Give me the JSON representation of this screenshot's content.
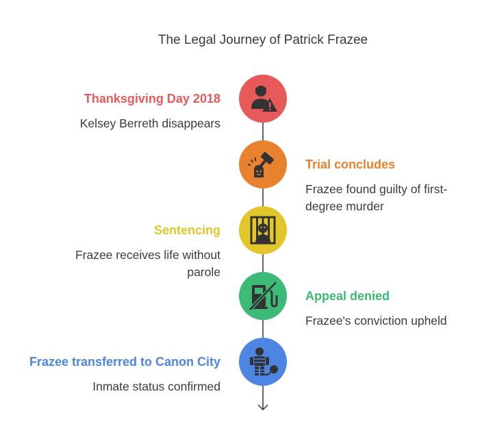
{
  "title": "The Legal Journey of Patrick Frazee",
  "colors": {
    "red": "#e85a5a",
    "orange": "#e8822e",
    "yellow": "#e3c62a",
    "green": "#3dbb76",
    "blue": "#4d85e3",
    "line": "#333333"
  },
  "steps": [
    {
      "heading": "Thanksgiving Day 2018",
      "description": "Kelsey Berreth disappears",
      "icon": "person-warning-icon"
    },
    {
      "heading": "Trial concludes",
      "description": "Frazee found guilty of first-degree murder",
      "icon": "gavel-icon"
    },
    {
      "heading": "Sentencing",
      "description": "Frazee receives life without parole",
      "icon": "prisoner-bars-icon"
    },
    {
      "heading": "Appeal denied",
      "description": "Frazee's conviction upheld",
      "icon": "gas-pump-crossed-icon"
    },
    {
      "heading": "Frazee transferred to Canon City",
      "description": "Inmate status confirmed",
      "icon": "ball-and-chain-icon"
    }
  ]
}
